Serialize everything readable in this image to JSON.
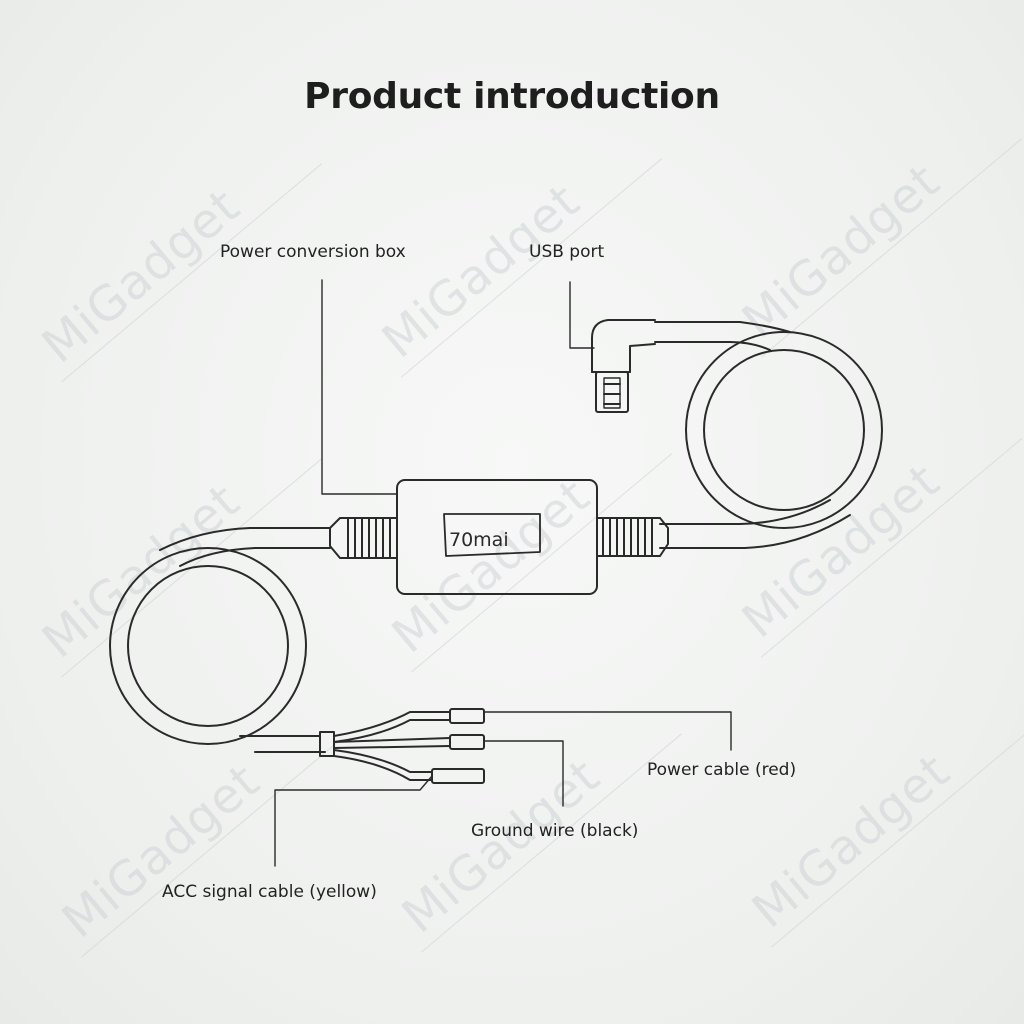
{
  "title": "Product introduction",
  "labels": {
    "power_conversion_box": "Power conversion box",
    "usb_port": "USB port",
    "power_cable": "Power cable (red)",
    "ground_wire": "Ground wire (black)",
    "acc_signal_cable": "ACC signal cable (yellow)"
  },
  "box_brand": "70mai",
  "watermark": "MiGadget",
  "colors": {
    "line": "#2a2a2a",
    "watermark": "#c9cdd2",
    "background": "#f2f3f2"
  }
}
